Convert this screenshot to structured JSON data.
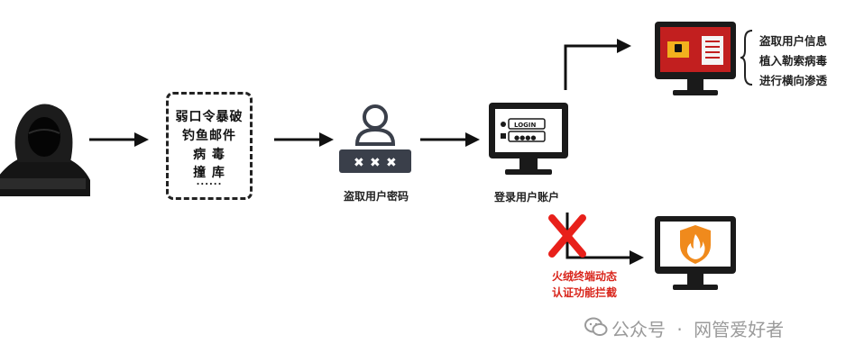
{
  "attack_methods": [
    "弱口令暴破",
    "钓鱼邮件",
    "病 毒",
    "撞 库",
    "......"
  ],
  "steal_password_label": "盗取用户密码",
  "login_label": "登录用户账户",
  "login_screen": {
    "username_text": "LOGIN",
    "password_mask": "●●●●"
  },
  "consequences": [
    "盗取用户信息",
    "植入勒索病毒",
    "进行横向渗透"
  ],
  "block_text": [
    "火绒终端动态",
    "认证功能拦截"
  ],
  "watermark": {
    "separator": "·",
    "text_left": "公众号",
    "text_right": "网管爱好者"
  },
  "colors": {
    "dark": "#111111",
    "red": "#d9261c",
    "orange": "#f08a1c",
    "gray": "#3a3f4a"
  }
}
